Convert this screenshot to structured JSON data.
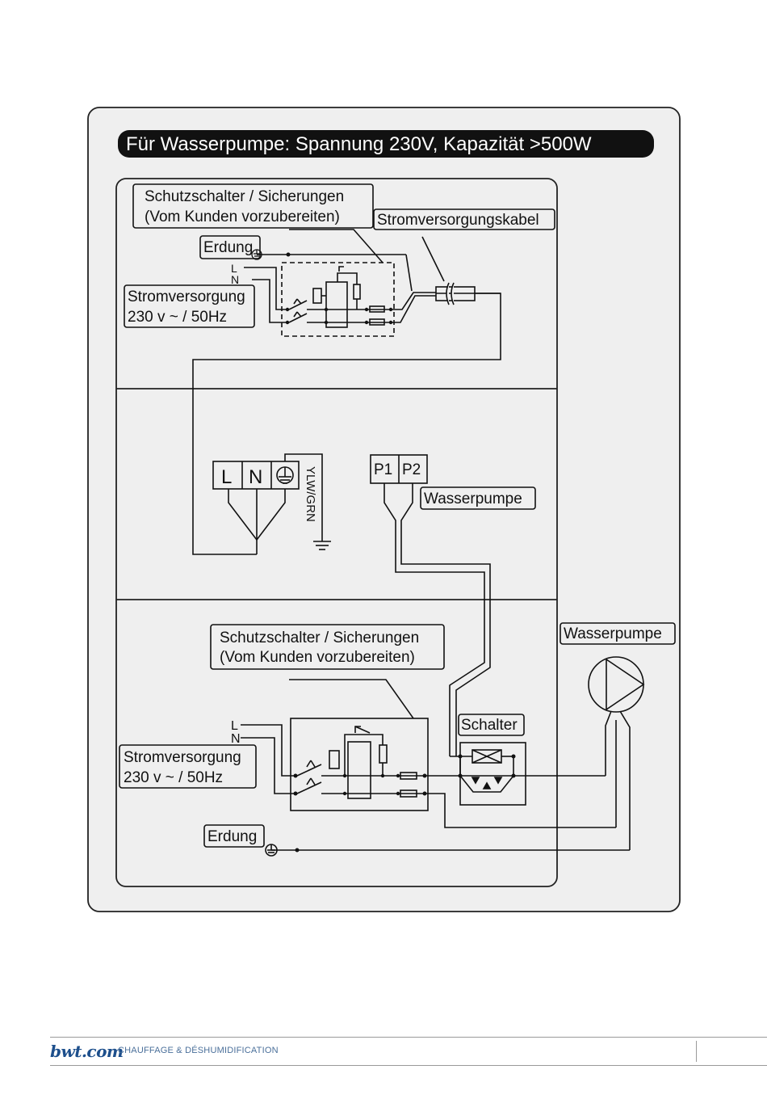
{
  "title": "Für Wasserpumpe: Spannung 230V, Kapazität >500W",
  "top_section": {
    "breaker_label_line1": "Schutzschalter / Sicherungen",
    "breaker_label_line2": "(Vom Kunden vorzubereiten)",
    "cable_label": "Stromversorgungskabel",
    "earth_label": "Erdung",
    "line_L": "L",
    "line_N": "N",
    "supply_label_line1": "Stromversorgung",
    "supply_label_line2": "230 v ~ / 50Hz"
  },
  "middle_section": {
    "terminal_L": "L",
    "terminal_N": "N",
    "earth_wire_label": "YLW/GRN",
    "terminal_P1": "P1",
    "terminal_P2": "P2",
    "pump_label": "Wasserpumpe"
  },
  "bottom_section": {
    "breaker_label_line1": "Schutzschalter / Sicherungen",
    "breaker_label_line2": "(Vom Kunden vorzubereiten)",
    "line_L": "L",
    "line_N": "N",
    "supply_label_line1": "Stromversorgung",
    "supply_label_line2": "230 v ~ / 50Hz",
    "earth_label": "Erdung",
    "switch_label": "Schalter",
    "pump_label": "Wasserpumpe"
  },
  "footer": {
    "logo": "bwt.com",
    "tagline": "CHAUFFAGE & DÉSHUMIDIFICATION"
  }
}
